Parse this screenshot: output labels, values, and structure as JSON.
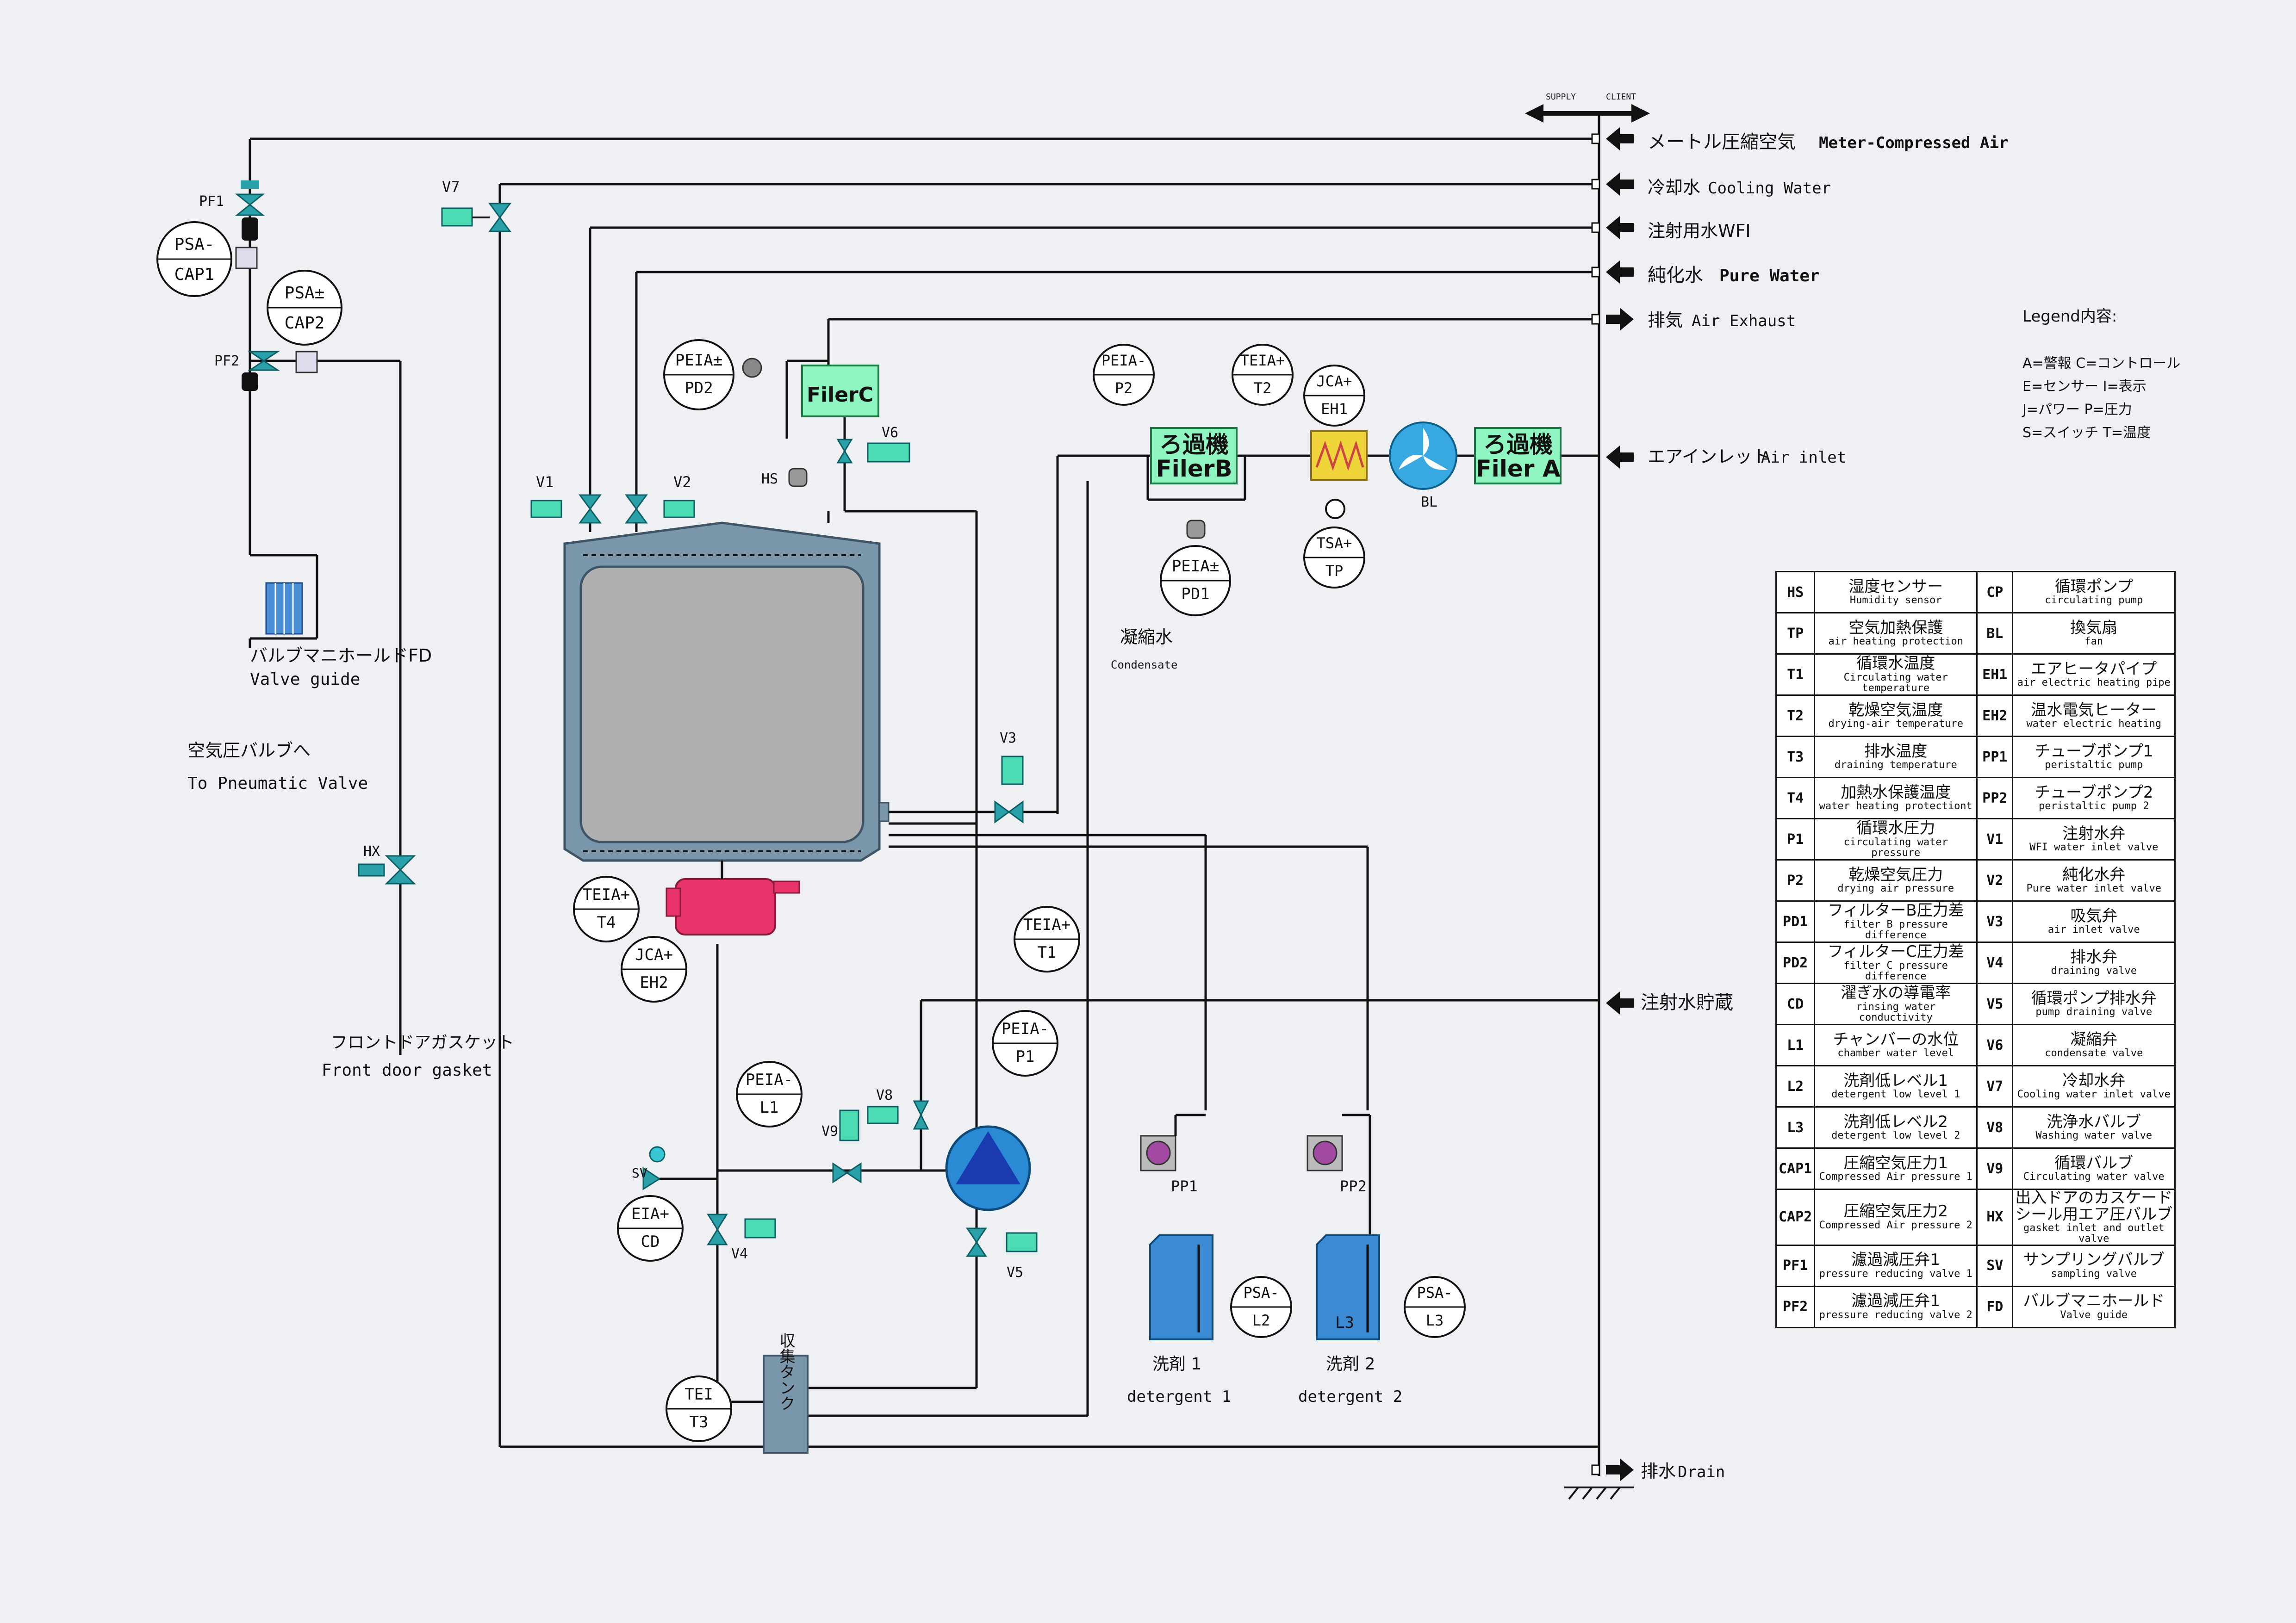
{
  "top_marker": {
    "left": "SUPPLY",
    "right": "CLIENT"
  },
  "inlets": [
    {
      "jp": "メートル圧縮空気",
      "en": "Meter-Compressed Air"
    },
    {
      "jp": "冷却水",
      "en": "Cooling Water"
    },
    {
      "jp": "注射用水WFI",
      "en": ""
    },
    {
      "jp": "純化水",
      "en": "Pure Water"
    },
    {
      "jp": "排気",
      "en": "Air Exhaust"
    },
    {
      "jp": "エアインレット",
      "en": "Air inlet"
    },
    {
      "jp": "注射水貯蔵",
      "en": ""
    },
    {
      "jp": "排水",
      "en": "Drain"
    }
  ],
  "legend_notes": {
    "title": "Legend内容:",
    "lines": [
      "A=警報  C=コントロール",
      "E=センサー I=表示",
      "J=パワー   P=圧力",
      "S=スイッチ  T=温度"
    ]
  },
  "instruments": {
    "psa_cap1": [
      "PSA-",
      "CAP1"
    ],
    "psa_cap2": [
      "PSA±",
      "CAP2"
    ],
    "peia_pd2": [
      "PEIA±",
      "PD2"
    ],
    "peia_p2": [
      "PEIA-",
      "P2"
    ],
    "teia_t2": [
      "TEIA+",
      "T2"
    ],
    "jca_eh1": [
      "JCA+",
      "EH1"
    ],
    "tsa_tp": [
      "TSA+",
      "TP"
    ],
    "peia_pd1": [
      "PEIA±",
      "PD1"
    ],
    "teia_t4": [
      "TEIA+",
      "T4"
    ],
    "jca_eh2": [
      "JCA+",
      "EH2"
    ],
    "teia_t1": [
      "TEIA+",
      "T1"
    ],
    "peia_p1": [
      "PEIA-",
      "P1"
    ],
    "peia_l1": [
      "PEIA-",
      "L1"
    ],
    "eia_cd": [
      "EIA+",
      "CD"
    ],
    "tei_t3": [
      "TEI",
      "T3"
    ],
    "psa_l2": [
      "PSA-",
      "L2"
    ],
    "psa_l3": [
      "PSA-",
      "L3"
    ]
  },
  "labels": {
    "pf1": "PF1",
    "pf2": "PF2",
    "v7": "V7",
    "v1": "V1",
    "v2": "V2",
    "v6": "V6",
    "hs": "HS",
    "v3": "V3",
    "v8": "V8",
    "v9": "V9",
    "v4": "V4",
    "v5": "V5",
    "sv": "SV",
    "hx": "HX",
    "bl": "BL",
    "pp1": "PP1",
    "pp2": "PP2",
    "l3_tank": "L3"
  },
  "filters": {
    "c": "FilerC",
    "b_jp": "ろ過機",
    "b_en": "FilerB",
    "a_jp": "ろ過機",
    "a_en": "Filer A"
  },
  "side_text": {
    "manifold_jp": "バルブマニホールドFD",
    "manifold_en": "Valve guide",
    "pneu_jp": "空気圧バルブへ",
    "pneu_en": "To Pneumatic Valve",
    "gasket_jp": "フロントドアガスケット",
    "gasket_en": "Front door gasket",
    "condensate_jp": "凝縮水",
    "condensate_en": "Condensate",
    "collect_tank": "収集タンク",
    "det1_jp": "洗剤  1",
    "det1_en": "detergent 1",
    "det2_jp": "洗剤  2",
    "det2_en": "detergent 2"
  },
  "legend_table": [
    [
      {
        "code": "HS",
        "jp": "湿度センサー",
        "en": "Humidity sensor"
      },
      {
        "code": "CP",
        "jp": "循環ポンプ",
        "en": "circulating pump"
      }
    ],
    [
      {
        "code": "TP",
        "jp": "空気加熱保護",
        "en": "air heating protection"
      },
      {
        "code": "BL",
        "jp": "換気扇",
        "en": "fan"
      }
    ],
    [
      {
        "code": "T1",
        "jp": "循環水温度",
        "en": "Circulating water temperature"
      },
      {
        "code": "EH1",
        "jp": "エアヒータパイプ",
        "en": "air electric heating pipe"
      }
    ],
    [
      {
        "code": "T2",
        "jp": "乾燥空気温度",
        "en": "drying-air temperature"
      },
      {
        "code": "EH2",
        "jp": "温水電気ヒーター",
        "en": "water electric heating"
      }
    ],
    [
      {
        "code": "T3",
        "jp": "排水温度",
        "en": "draining temperature"
      },
      {
        "code": "PP1",
        "jp": "チューブポンプ1",
        "en": "peristaltic pump"
      }
    ],
    [
      {
        "code": "T4",
        "jp": "加熱水保護温度",
        "en": "water heating protectiont"
      },
      {
        "code": "PP2",
        "jp": "チューブポンプ2",
        "en": "peristaltic pump 2"
      }
    ],
    [
      {
        "code": "P1",
        "jp": "循環水圧力",
        "en": "circulating water pressure"
      },
      {
        "code": "V1",
        "jp": "注射水弁",
        "en": "WFI water inlet valve"
      }
    ],
    [
      {
        "code": "P2",
        "jp": "乾燥空気圧力",
        "en": "drying air pressure"
      },
      {
        "code": "V2",
        "jp": "純化水弁",
        "en": "Pure water inlet valve"
      }
    ],
    [
      {
        "code": "PD1",
        "jp": "フィルターB圧力差",
        "en": "filter B pressure difference"
      },
      {
        "code": "V3",
        "jp": "吸気弁",
        "en": "air inlet valve"
      }
    ],
    [
      {
        "code": "PD2",
        "jp": "フィルターC圧力差",
        "en": "filter C pressure difference"
      },
      {
        "code": "V4",
        "jp": "排水弁",
        "en": "draining valve"
      }
    ],
    [
      {
        "code": "CD",
        "jp": "濯ぎ水の導電率",
        "en": "rinsing water conductivity"
      },
      {
        "code": "V5",
        "jp": "循環ポンプ排水弁",
        "en": "pump draining valve"
      }
    ],
    [
      {
        "code": "L1",
        "jp": "チャンバーの水位",
        "en": "chamber water level"
      },
      {
        "code": "V6",
        "jp": "凝縮弁",
        "en": "condensate valve"
      }
    ],
    [
      {
        "code": "L2",
        "jp": "洗剤低レベル1",
        "en": "detergent low level 1"
      },
      {
        "code": "V7",
        "jp": "冷却水弁",
        "en": "Cooling water inlet valve"
      }
    ],
    [
      {
        "code": "L3",
        "jp": "洗剤低レベル2",
        "en": "detergent low level 2"
      },
      {
        "code": "V8",
        "jp": "洗浄水バルブ",
        "en": "Washing water valve"
      }
    ],
    [
      {
        "code": "CAP1",
        "jp": "圧縮空気圧力1",
        "en": "Compressed Air pressure 1"
      },
      {
        "code": "V9",
        "jp": "循環バルブ",
        "en": "Circulating water valve"
      }
    ],
    [
      {
        "code": "CAP2",
        "jp": "圧縮空気圧力2",
        "en": "Compressed Air pressure 2"
      },
      {
        "code": "HX",
        "jp": "出入ドアのカスケードシール用エア圧バルブ",
        "en": "gasket inlet and outlet valve"
      }
    ],
    [
      {
        "code": "PF1",
        "jp": "濾過減圧弁1",
        "en": "pressure reducing valve 1"
      },
      {
        "code": "SV",
        "jp": "サンプリングバルブ",
        "en": "sampling valve"
      }
    ],
    [
      {
        "code": "PF2",
        "jp": "濾過減圧弁1",
        "en": "pressure reducing valve 2"
      },
      {
        "code": "FD",
        "jp": "バルブマニホールド",
        "en": "Valve guide"
      }
    ]
  ]
}
